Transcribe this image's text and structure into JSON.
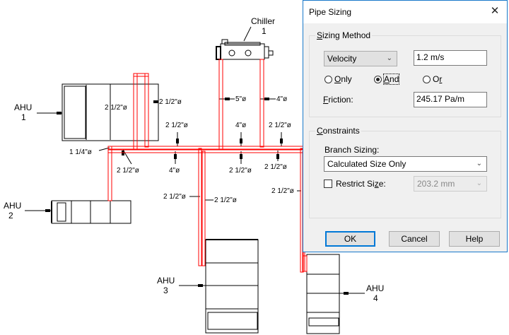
{
  "drawing": {
    "equipment": [
      {
        "id": "chiller-1",
        "line1": "Chiller",
        "line2": "1"
      },
      {
        "id": "ahu-1",
        "line1": "AHU",
        "line2": "1"
      },
      {
        "id": "ahu-2",
        "line1": "AHU",
        "line2": "2"
      },
      {
        "id": "ahu-3",
        "line1": "AHU",
        "line2": "3"
      },
      {
        "id": "ahu-4",
        "line1": "AHU",
        "line2": "4"
      }
    ],
    "pipe_sizes": {
      "chiller_supply": "5\"ø",
      "chiller_return": "4\"ø",
      "ahu1_a": "2 1/2\"ø",
      "ahu1_b": "2 1/2\"ø",
      "ahu2_branch": "1 1/4\"ø",
      "main_top_1": "2 1/2\"ø",
      "main_top_2": "4\"ø",
      "main_top_3": "2 1/2\"ø",
      "main_bot_1": "2 1/2\"ø",
      "main_bot_2": "4\"ø",
      "main_bot_3": "2 1/2\"ø",
      "main_bot_4": "2 1/2\"ø",
      "ahu3_a": "2 1/2\"ø",
      "ahu3_b": "2 1/2\"ø",
      "ahu4": "2 1/2\"ø"
    },
    "colors": {
      "pipe": "#ff0000",
      "line": "#000000"
    }
  },
  "dialog": {
    "title": "Pipe Sizing",
    "close_icon": "close-icon",
    "sizing_method": {
      "group_label_ul": "S",
      "group_label_rest": "izing Method",
      "method_select": "Velocity",
      "velocity_value": "1.2 m/s",
      "radios": [
        {
          "ul": "O",
          "rest": "nly",
          "checked": false
        },
        {
          "ul": "A",
          "rest": "nd",
          "checked": true
        },
        {
          "pre": "O",
          "ul": "r",
          "checked": false
        }
      ],
      "friction_label_ul": "F",
      "friction_label_rest": "riction:",
      "friction_value": "245.17 Pa/m"
    },
    "constraints": {
      "group_label_ul": "C",
      "group_label_rest": "onstraints",
      "branch_sizing_label": "Branch Sizing:",
      "branch_sizing_value": "Calculated Size Only",
      "restrict_label_pre": "Restrict Si",
      "restrict_label_ul": "z",
      "restrict_label_post": "e:",
      "restrict_checked": false,
      "restrict_value": "203.2 mm"
    },
    "buttons": {
      "ok": "OK",
      "cancel": "Cancel",
      "help": "Help"
    },
    "accent": "#0078d7"
  }
}
